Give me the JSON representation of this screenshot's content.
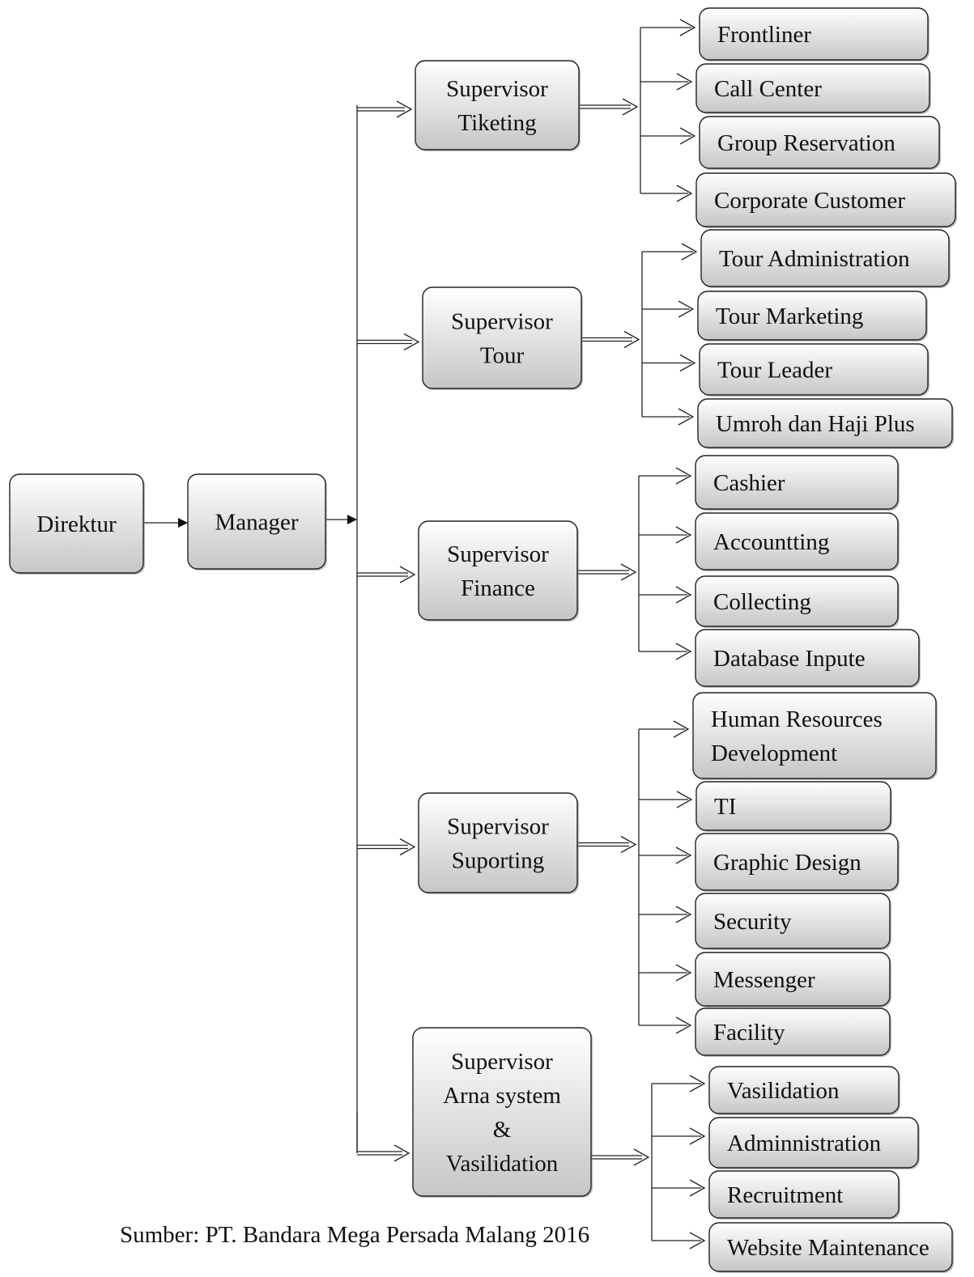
{
  "org_chart": {
    "root": "Direktur",
    "manager": "Manager",
    "supervisors": [
      {
        "lines": [
          "Supervisor",
          "Tiketing"
        ],
        "staff": [
          [
            "Frontliner"
          ],
          [
            "Call Center"
          ],
          [
            "Group Reservation"
          ],
          [
            "Corporate Customer"
          ]
        ]
      },
      {
        "lines": [
          "Supervisor",
          "Tour"
        ],
        "staff": [
          [
            "Tour Administration"
          ],
          [
            "Tour Marketing"
          ],
          [
            "Tour Leader"
          ],
          [
            "Umroh dan Haji Plus"
          ]
        ]
      },
      {
        "lines": [
          "Supervisor",
          "Finance"
        ],
        "staff": [
          [
            "Cashier"
          ],
          [
            "Accountting"
          ],
          [
            "Collecting"
          ],
          [
            "Database Inpute"
          ]
        ]
      },
      {
        "lines": [
          "Supervisor",
          "Suporting"
        ],
        "staff": [
          [
            "Human Resources",
            "Development"
          ],
          [
            "TI"
          ],
          [
            "Graphic Design"
          ],
          [
            "Security"
          ],
          [
            "Messenger"
          ],
          [
            "Facility"
          ]
        ]
      },
      {
        "lines": [
          "Supervisor",
          "Arna system",
          "&",
          "Vasilidation"
        ],
        "staff": [
          [
            "Vasilidation"
          ],
          [
            "Adminnistration"
          ],
          [
            "Recruitment"
          ],
          [
            "Website Maintenance"
          ]
        ]
      }
    ]
  },
  "caption": "Sumber: PT. Bandara Mega Persada Malang 2016"
}
